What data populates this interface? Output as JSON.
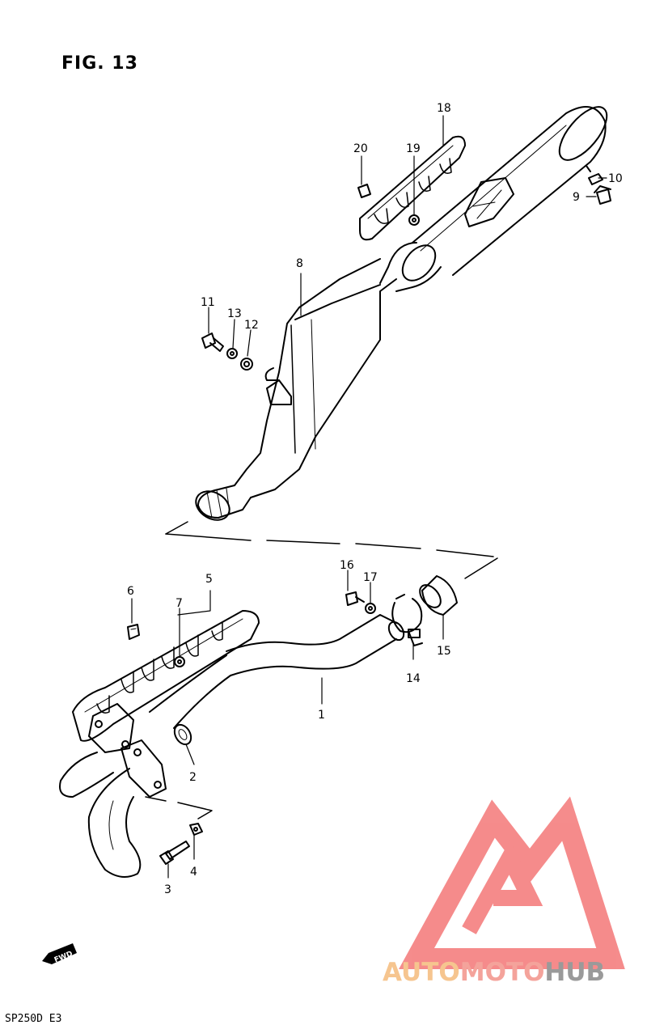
{
  "figure": {
    "title": "FIG. 13",
    "model_code": "SP250D  E3"
  },
  "callouts": [
    {
      "id": "p1",
      "label": "1"
    },
    {
      "id": "p2",
      "label": "2"
    },
    {
      "id": "p3",
      "label": "3"
    },
    {
      "id": "p4",
      "label": "4"
    },
    {
      "id": "p5",
      "label": "5"
    },
    {
      "id": "p6",
      "label": "6"
    },
    {
      "id": "p7",
      "label": "7"
    },
    {
      "id": "p8",
      "label": "8"
    },
    {
      "id": "p9",
      "label": "9"
    },
    {
      "id": "p10",
      "label": "10"
    },
    {
      "id": "p11",
      "label": "11"
    },
    {
      "id": "p12",
      "label": "12"
    },
    {
      "id": "p13",
      "label": "13"
    },
    {
      "id": "p14",
      "label": "14"
    },
    {
      "id": "p15",
      "label": "15"
    },
    {
      "id": "p16",
      "label": "16"
    },
    {
      "id": "p17",
      "label": "17"
    },
    {
      "id": "p18",
      "label": "18"
    },
    {
      "id": "p19",
      "label": "19"
    },
    {
      "id": "p20",
      "label": "20"
    }
  ],
  "direction_marker": {
    "text": "FWD"
  },
  "watermark": {
    "part1": "AUTO",
    "part2": "MOTO",
    "part3": "HUB",
    "colors": {
      "auto": "#f6c58f",
      "moto": "#f4a39b",
      "hub": "#9a9a9a",
      "logo": "#f47f7f"
    }
  }
}
